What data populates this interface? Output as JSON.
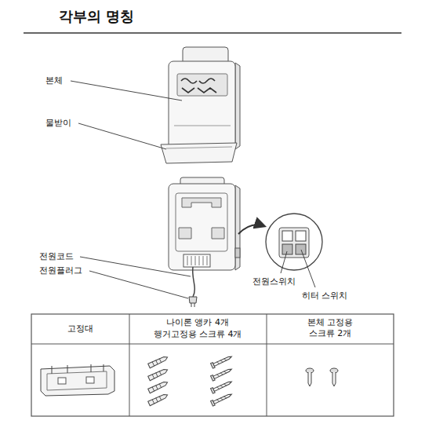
{
  "diagram": {
    "title": "각부의 명칭",
    "labels": [
      "본체",
      "물받이",
      "전원코드",
      "전원플러그",
      "전원스위치",
      "히터 스위치",
      "고정대",
      "나이론 앵카 4개",
      "행거고정용 스크류 4개",
      "본체 고정용 스크류 2개"
    ]
  }
}
